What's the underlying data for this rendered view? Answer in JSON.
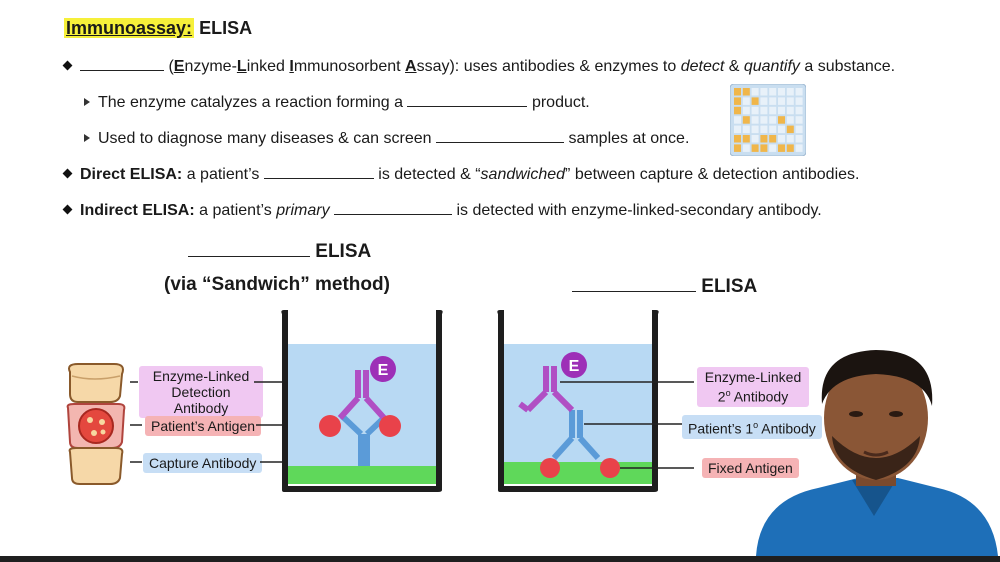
{
  "title": {
    "prefix": "Immunoassay:",
    "topic": "ELISA"
  },
  "bullet1": {
    "p1": "(",
    "e": "E",
    "nzyme": "nzyme-",
    "l": "L",
    "inked": "inked ",
    "i": "I",
    "mmuno": "mmunosorbent ",
    "a": "A",
    "ssay": "ssay): uses antibodies & enzymes to ",
    "detect": "detect",
    "amp": " & ",
    "quantify": "quantify",
    "end": " a substance."
  },
  "sub1": {
    "pre": "The enzyme catalyzes a reaction forming a",
    "post": "product."
  },
  "sub2": {
    "pre": "Used to diagnose many diseases & can screen",
    "post": "samples at once."
  },
  "direct": {
    "label": "Direct ELISA:",
    "pre": "a patient’s",
    "mid1": "is detected & “",
    "sandwiched": "sandwiched",
    "mid2": "” between capture & detection antibodies."
  },
  "indirect": {
    "label": "Indirect ELISA:",
    "pre": "a patient’s",
    "primary": "primary",
    "post": "is detected with enzyme-linked-secondary antibody."
  },
  "left_diagram": {
    "heading": "ELISA",
    "subheading": "(via “Sandwich” method)",
    "labels": {
      "detection": "Enzyme-Linked Detection Antibody",
      "detection_l1": "Enzyme-Linked",
      "detection_l2": "Detection Antibody",
      "antigen": "Patient’s Antigen",
      "capture": "Capture Antibody"
    },
    "enzyme": "E"
  },
  "right_diagram": {
    "heading": "ELISA",
    "labels": {
      "secondary_l1": "Enzyme-Linked",
      "secondary_l2a": "2",
      "secondary_sup": "o",
      "secondary_l2b": " Antibody",
      "primary_a": "Patient’s 1",
      "primary_sup": "o",
      "primary_b": " Antibody",
      "fixed": "Fixed Antigen"
    },
    "enzyme": "E"
  },
  "colors": {
    "highlight": "#f6f03a",
    "well_fill": "#b8d9f3",
    "green_layer": "#5fd85a",
    "antibody_purple": "#b04fc4",
    "antibody_blue": "#5b9bd8",
    "antigen_red": "#e9424a",
    "enzyme_purple": "#9d2fb7",
    "well_border": "#1e1e1e"
  },
  "icons": [
    "bread-slice-icon",
    "tomato-slice-icon",
    "microplate-icon",
    "presenter-avatar"
  ]
}
